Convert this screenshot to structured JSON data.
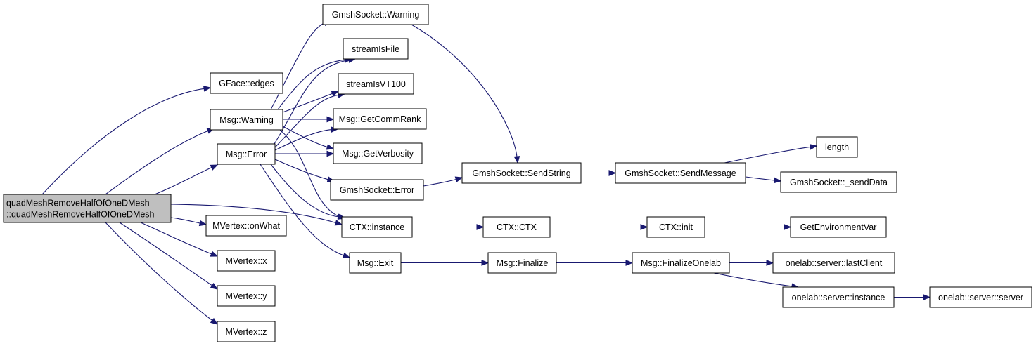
{
  "colors": {
    "edge": "#191970",
    "node_fill": "#ffffff",
    "root_fill": "#bfbfbf",
    "border": "#000000"
  },
  "nodes": {
    "root": {
      "lines": [
        "quadMeshRemoveHalfOfOneDMesh",
        "::quadMeshRemoveHalfOfOneDMesh"
      ],
      "highlighted": true
    },
    "gface_edges": {
      "lines": [
        "GFace::edges"
      ]
    },
    "msg_warning": {
      "lines": [
        "Msg::Warning"
      ]
    },
    "msg_error": {
      "lines": [
        "Msg::Error"
      ]
    },
    "mvertex_onwhat": {
      "lines": [
        "MVertex::onWhat"
      ]
    },
    "mvertex_x": {
      "lines": [
        "MVertex::x"
      ]
    },
    "mvertex_y": {
      "lines": [
        "MVertex::y"
      ]
    },
    "mvertex_z": {
      "lines": [
        "MVertex::z"
      ]
    },
    "gmshsocket_warning": {
      "lines": [
        "GmshSocket::Warning"
      ]
    },
    "streamisfile": {
      "lines": [
        "streamIsFile"
      ]
    },
    "streamisvt100": {
      "lines": [
        "streamIsVT100"
      ]
    },
    "msg_getcommrank": {
      "lines": [
        "Msg::GetCommRank"
      ]
    },
    "msg_getverbosity": {
      "lines": [
        "Msg::GetVerbosity"
      ]
    },
    "gmshsocket_error": {
      "lines": [
        "GmshSocket::Error"
      ]
    },
    "ctx_instance": {
      "lines": [
        "CTX::instance"
      ]
    },
    "msg_exit": {
      "lines": [
        "Msg::Exit"
      ]
    },
    "gmshsocket_sendstring": {
      "lines": [
        "GmshSocket::SendString"
      ]
    },
    "ctx_ctx": {
      "lines": [
        "CTX::CTX"
      ]
    },
    "msg_finalize": {
      "lines": [
        "Msg::Finalize"
      ]
    },
    "gmshsocket_sendmessage": {
      "lines": [
        "GmshSocket::SendMessage"
      ]
    },
    "ctx_init": {
      "lines": [
        "CTX::init"
      ]
    },
    "msg_finalizeonelab": {
      "lines": [
        "Msg::FinalizeOnelab"
      ]
    },
    "length": {
      "lines": [
        "length"
      ]
    },
    "gmshsocket_senddata": {
      "lines": [
        "GmshSocket::_sendData"
      ]
    },
    "getenvironmentvar": {
      "lines": [
        "GetEnvironmentVar"
      ]
    },
    "onelab_lastclient": {
      "lines": [
        "onelab::server::lastClient"
      ]
    },
    "onelab_instance": {
      "lines": [
        "onelab::server::instance"
      ]
    },
    "onelab_server": {
      "lines": [
        "onelab::server::server"
      ]
    }
  },
  "edges": [
    [
      "root",
      "gface_edges"
    ],
    [
      "root",
      "msg_warning"
    ],
    [
      "root",
      "msg_error"
    ],
    [
      "root",
      "ctx_instance"
    ],
    [
      "root",
      "mvertex_onwhat"
    ],
    [
      "root",
      "mvertex_x"
    ],
    [
      "root",
      "mvertex_y"
    ],
    [
      "root",
      "mvertex_z"
    ],
    [
      "msg_warning",
      "gmshsocket_warning"
    ],
    [
      "msg_warning",
      "streamisfile"
    ],
    [
      "msg_warning",
      "streamisvt100"
    ],
    [
      "msg_warning",
      "msg_getcommrank"
    ],
    [
      "msg_warning",
      "msg_getverbosity"
    ],
    [
      "msg_warning",
      "ctx_instance"
    ],
    [
      "msg_error",
      "streamisfile"
    ],
    [
      "msg_error",
      "streamisvt100"
    ],
    [
      "msg_error",
      "msg_getcommrank"
    ],
    [
      "msg_error",
      "msg_getverbosity"
    ],
    [
      "msg_error",
      "gmshsocket_error"
    ],
    [
      "msg_error",
      "ctx_instance"
    ],
    [
      "msg_error",
      "msg_exit"
    ],
    [
      "gmshsocket_warning",
      "gmshsocket_sendstring"
    ],
    [
      "gmshsocket_error",
      "gmshsocket_sendstring"
    ],
    [
      "gmshsocket_sendstring",
      "gmshsocket_sendmessage"
    ],
    [
      "gmshsocket_sendmessage",
      "length"
    ],
    [
      "gmshsocket_sendmessage",
      "gmshsocket_senddata"
    ],
    [
      "ctx_instance",
      "ctx_ctx"
    ],
    [
      "ctx_ctx",
      "ctx_init"
    ],
    [
      "ctx_init",
      "getenvironmentvar"
    ],
    [
      "msg_exit",
      "msg_finalize"
    ],
    [
      "msg_finalize",
      "msg_finalizeonelab"
    ],
    [
      "msg_finalizeonelab",
      "onelab_lastclient"
    ],
    [
      "msg_finalizeonelab",
      "onelab_instance"
    ],
    [
      "onelab_instance",
      "onelab_server"
    ]
  ]
}
